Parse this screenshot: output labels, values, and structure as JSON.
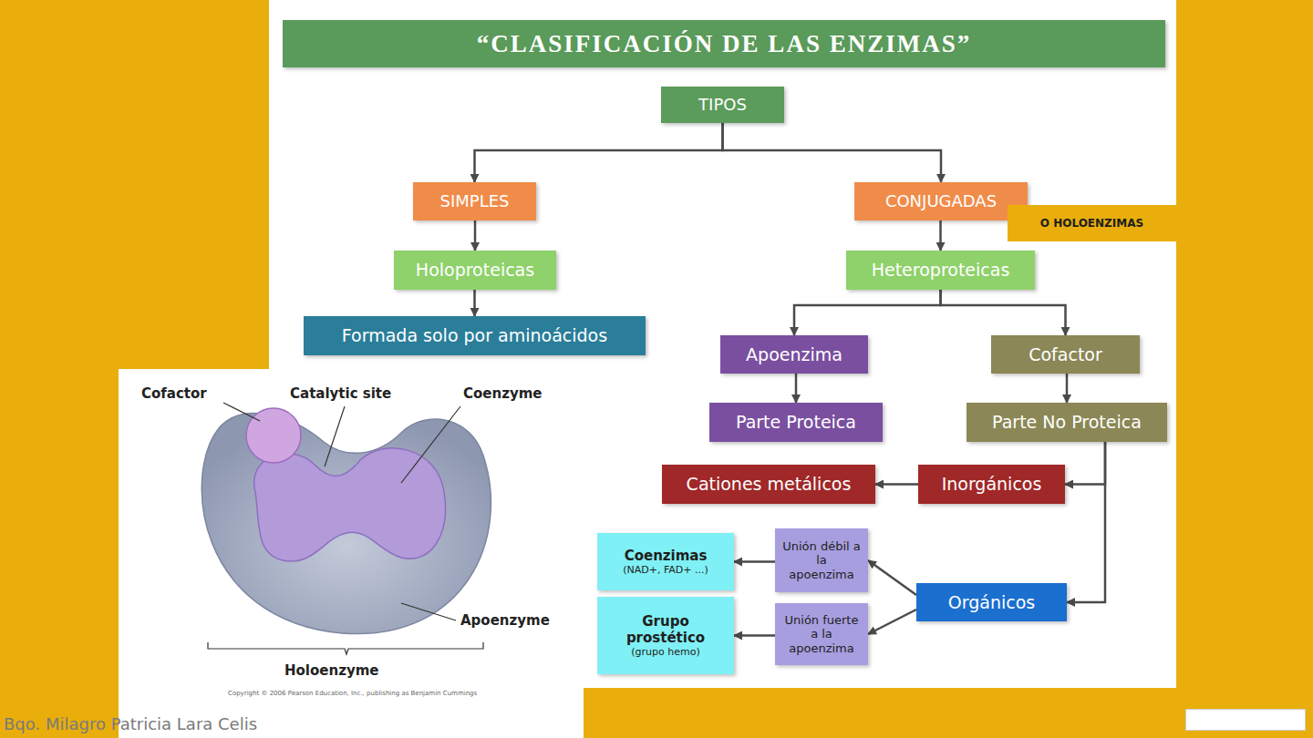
{
  "diagram": {
    "title": "“CLASIFICACIÓN DE LAS ENZIMAS”",
    "nodes": [
      {
        "text": [
          "TIPOS"
        ]
      },
      {
        "text": [
          "SIMPLES"
        ]
      },
      {
        "text": [
          "CONJUGADAS"
        ]
      },
      {
        "text": [
          "O HOLOENZIMAS"
        ]
      },
      {
        "text": [
          "Holoproteicas"
        ]
      },
      {
        "text": [
          "Heteroproteicas"
        ]
      },
      {
        "text": [
          "Formada solo por aminoácidos"
        ]
      },
      {
        "text": [
          "Apoenzima"
        ]
      },
      {
        "text": [
          "Cofactor"
        ]
      },
      {
        "text": [
          "Parte Proteica"
        ]
      },
      {
        "text": [
          "Parte No Proteica"
        ]
      },
      {
        "text": [
          "Cationes metálicos"
        ]
      },
      {
        "text": [
          "Inorgánicos"
        ]
      },
      {
        "text": [
          "Coenzimas",
          "(NAD+, FAD+ ...)"
        ]
      },
      {
        "text": [
          "Unión débil a la apoenzima"
        ]
      },
      {
        "text": [
          "Orgánicos"
        ]
      },
      {
        "text": [
          "Grupo prostético",
          "(grupo hemo)"
        ]
      },
      {
        "text": [
          "Unión fuerte a la apoenzima"
        ]
      }
    ],
    "edges": [
      {
        "from": 0,
        "to": 1,
        "arrow": "to"
      },
      {
        "from": 0,
        "to": 2,
        "arrow": "to"
      },
      {
        "from": 1,
        "to": 4,
        "arrow": "to"
      },
      {
        "from": 4,
        "to": 6,
        "arrow": "to"
      },
      {
        "from": 2,
        "to": 5,
        "arrow": "to"
      },
      {
        "from": 5,
        "to": 7,
        "arrow": "to"
      },
      {
        "from": 5,
        "to": 8,
        "arrow": "to"
      },
      {
        "from": 7,
        "to": 9,
        "arrow": "to"
      },
      {
        "from": 8,
        "to": 10,
        "arrow": "to"
      },
      {
        "from": 10,
        "to": 12,
        "arrow": "to"
      },
      {
        "from": 10,
        "to": 15,
        "arrow": "to"
      },
      {
        "from": 12,
        "to": 11,
        "arrow": "to"
      },
      {
        "from": 15,
        "to": 14,
        "arrow": "to"
      },
      {
        "from": 15,
        "to": 17,
        "arrow": "to"
      },
      {
        "from": 14,
        "to": 13,
        "arrow": "to"
      },
      {
        "from": 17,
        "to": 16,
        "arrow": "to"
      }
    ],
    "labels": [
      "Cofactor",
      "Catalytic site",
      "Coenzyme",
      "Apoenzyme",
      "Holoenzyme",
      "Copyright © 2006 Pearson Education, Inc., publishing as Benjamin Cummings",
      "Bqo. Milagro Patricia Lara Celis"
    ]
  }
}
